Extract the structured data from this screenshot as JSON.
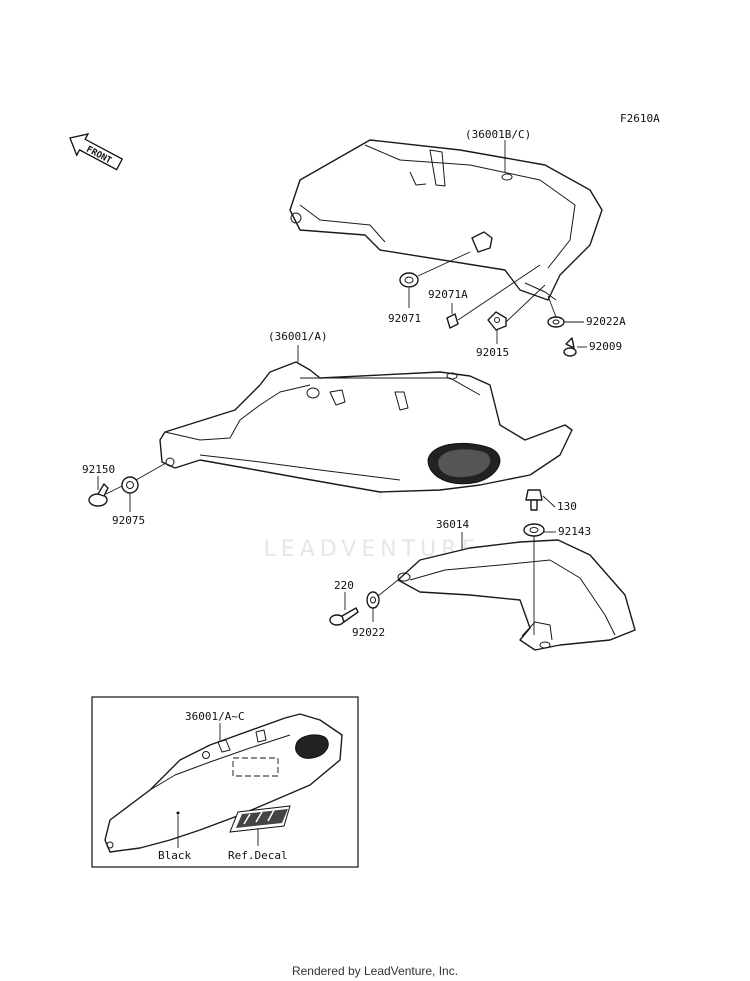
{
  "figure_id": "F2610A",
  "front_label": "FRONT",
  "watermark": "LEADVENTURE",
  "footer": "Rendered by LeadVenture, Inc.",
  "callouts": {
    "c36001bc": "(36001B/C)",
    "c92071a": "92071A",
    "c92071": "92071",
    "c92015": "92015",
    "c92022a": "92022A",
    "c92009": "92009",
    "c36001a": "(36001/A)",
    "c92150": "92150",
    "c92075": "92075",
    "c130": "130",
    "c36014": "36014",
    "c92143": "92143",
    "c220": "220",
    "c92022": "92022"
  },
  "inset": {
    "c36001ac": "36001/A~C",
    "black": "Black",
    "ref_decal": "Ref.Decal"
  }
}
